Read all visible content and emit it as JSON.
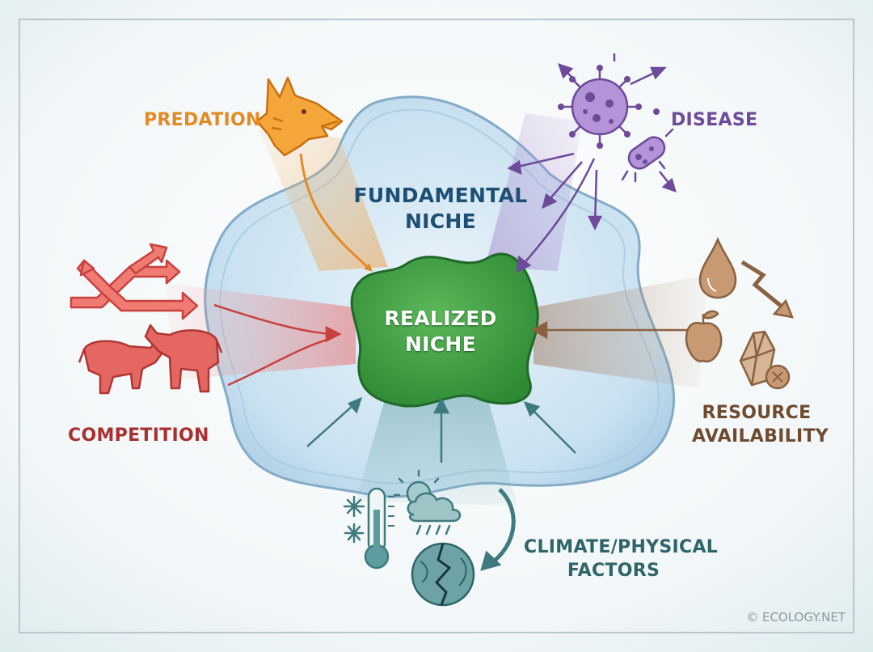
{
  "labels": {
    "predation": "PREDATION",
    "disease": "DISEASE",
    "competition": "COMPETITION",
    "resource_line1": "RESOURCE",
    "resource_line2": "AVAILABILITY",
    "climate_line1": "CLIMATE/PHYSICAL",
    "climate_line2": "FACTORS",
    "fundamental_line1": "FUNDAMENTAL",
    "fundamental_line2": "NICHE",
    "realized_line1": "REALIZED",
    "realized_line2": "NICHE"
  },
  "credit": "© ECOLOGY.NET",
  "colors": {
    "predation": "#e48a24",
    "disease": "#6e4a9a",
    "competition": "#c8413f",
    "resource": "#8a6241",
    "climate": "#3f7a80",
    "fundamental_text": "#1d4f74",
    "realized_fill": "#3f9a43",
    "realized_text": "#ffffff"
  },
  "icons": [
    "wolf-icon",
    "virus-icon",
    "bacteria-icon",
    "crossing-arrows-icon",
    "bulls-fighting-icon",
    "water-drop-icon",
    "apple-icon",
    "crystal-icon",
    "thermometer-icon",
    "snowflake-icon",
    "sun-cloud-rain-icon",
    "cracked-earth-icon"
  ]
}
